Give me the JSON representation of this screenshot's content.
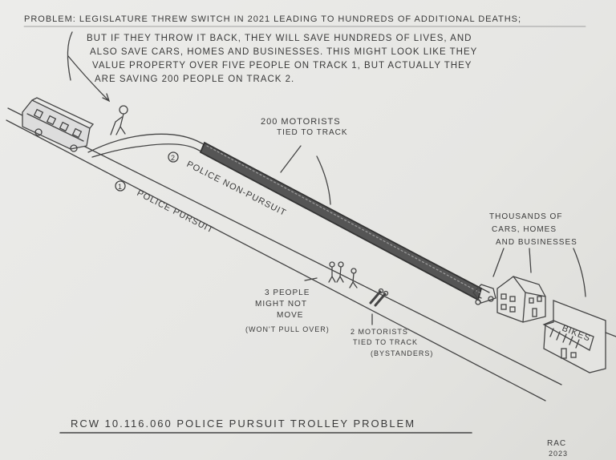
{
  "problem": {
    "line1": "Problem: Legislature threw switch in 2021 leading to hundreds of additional deaths;",
    "line2": "But if they throw it back, they will save hundreds of lives, and",
    "line3": "also save cars, homes and businesses. This might look like they",
    "line4": "value property over five people on track 1, but actually they",
    "line5": "are saving 200 people on track 2."
  },
  "tracks": {
    "track1_number": "1",
    "track1_label": "Police Pursuit",
    "track2_number": "2",
    "track2_label": "Police Non-Pursuit"
  },
  "annotations": {
    "motorists_200_line1": "200 Motorists",
    "motorists_200_line2": "tied to track",
    "people3_line1": "3 People",
    "people3_line2": "might not",
    "people3_line3": "move",
    "people3_line4": "(won't pull over)",
    "motorists2_line1": "2 Motorists",
    "motorists2_line2": "tied to track",
    "motorists2_line3": "(Bystanders)",
    "property_line1": "Thousands of",
    "property_line2": "cars, homes",
    "property_line3": "and businesses",
    "shop_sign": "Bikes"
  },
  "title": "RCW 10.116.060  Police Pursuit Trolley Problem",
  "signature": {
    "initials": "RAC",
    "year": "2023"
  }
}
